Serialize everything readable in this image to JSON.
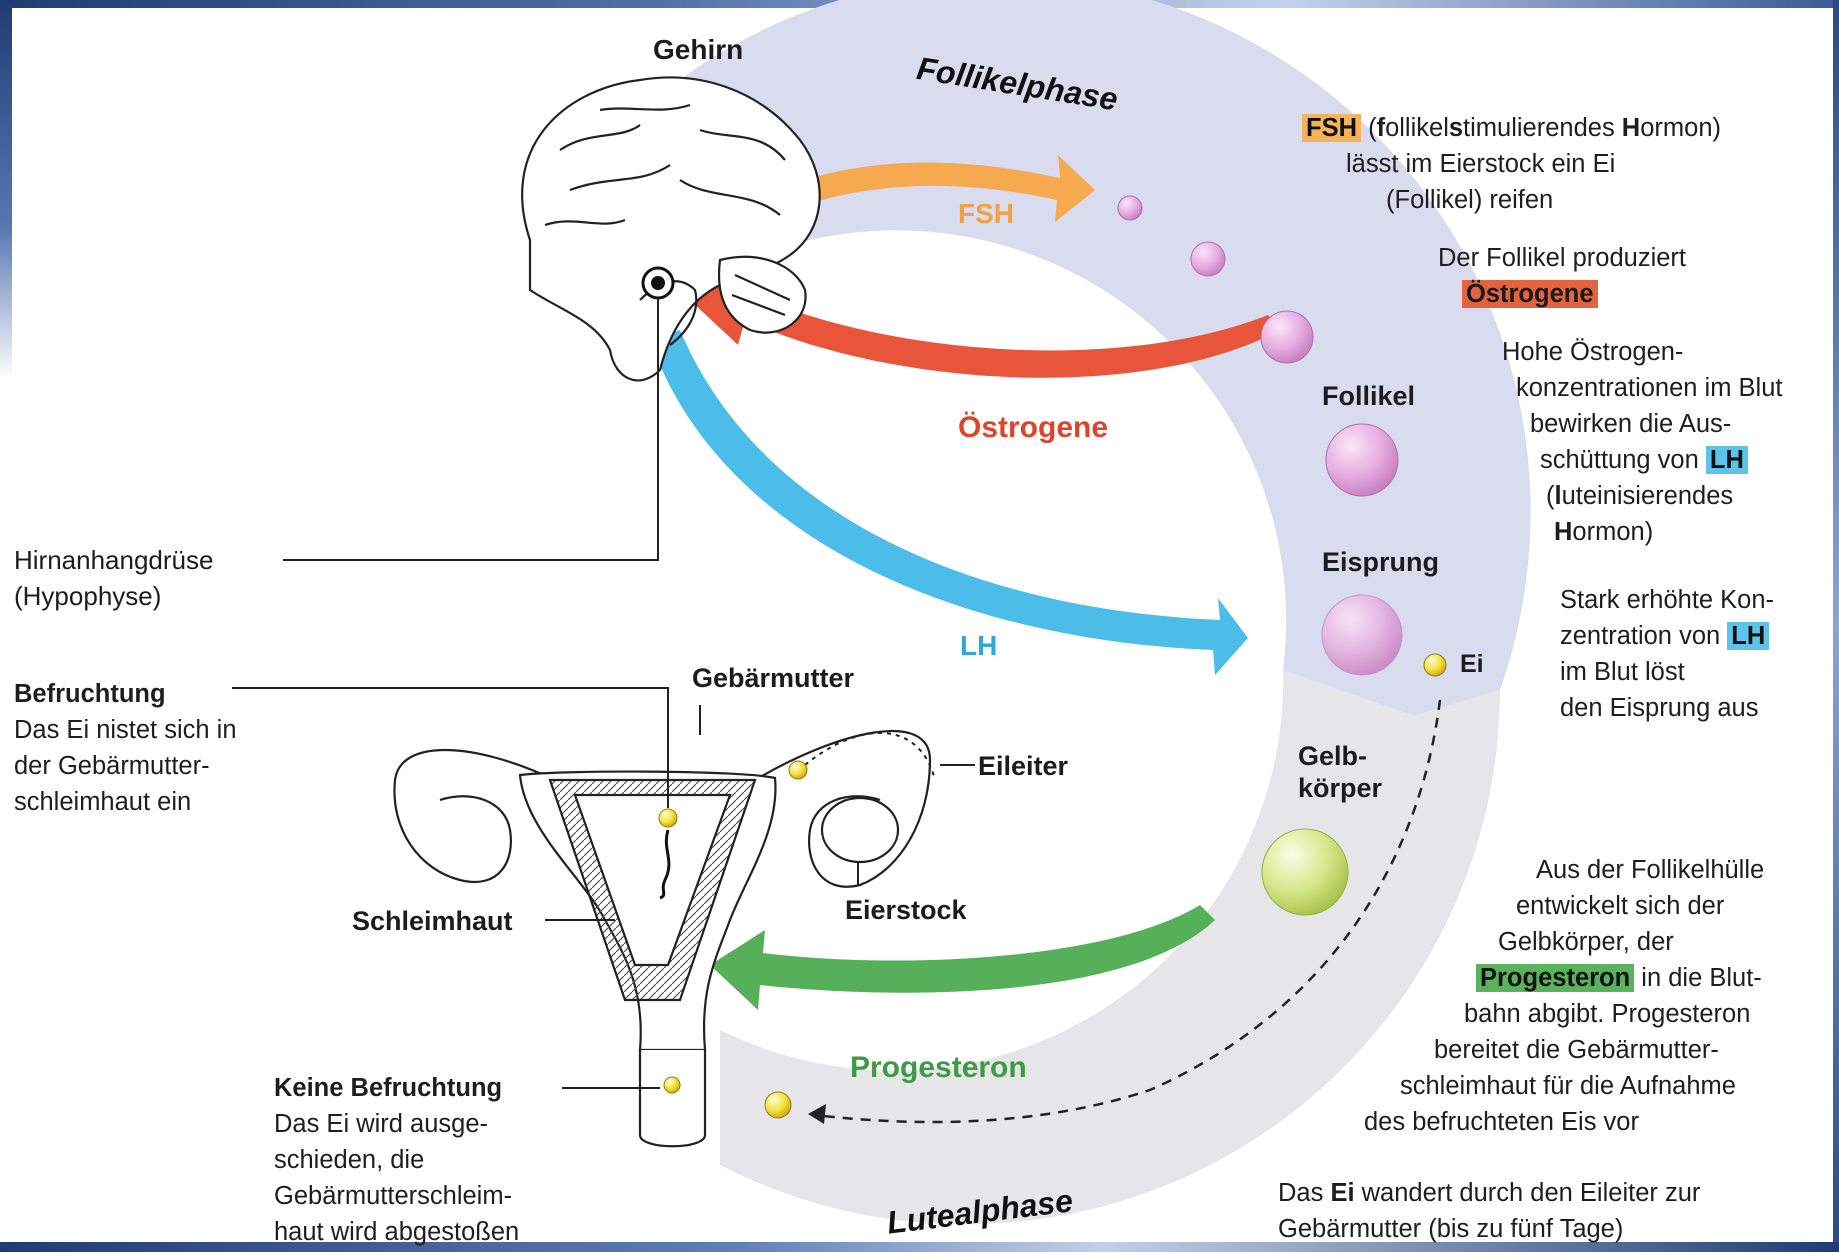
{
  "labels": {
    "gehirn": "Gehirn",
    "follikelphase": "Follikelphase",
    "lutealphase": "Lutealphase",
    "fsh_arrow": "FSH",
    "oestrogene_arrow": "Östrogene",
    "lh_arrow": "LH",
    "progesteron_arrow": "Progesteron",
    "follikel": "Follikel",
    "eisprung": "Eisprung",
    "ei": "Ei",
    "gelbkoerper_1": "Gelb-",
    "gelbkoerper_2": "körper",
    "gebaermutter": "Gebärmutter",
    "eileiter": "Eileiter",
    "eierstock": "Eierstock",
    "schleimhaut": "Schleimhaut",
    "hypophyse_1": "Hirnanhangdrüse",
    "hypophyse_2": "(Hypophyse)"
  },
  "left_notes": {
    "befruchtung": {
      "title": "Befruchtung",
      "lines": [
        "Das Ei nistet sich in",
        "der Gebärmutter-",
        "schleimhaut ein"
      ]
    },
    "keine_befruchtung": {
      "title": "Keine Befruchtung",
      "lines": [
        "Das Ei wird ausge-",
        "schieden, die",
        "Gebärmutterschleim-",
        "haut wird abgestoßen"
      ]
    }
  },
  "right_notes": {
    "fsh": {
      "tag": "FSH",
      "line1_parts": [
        " (",
        "f",
        "ollikel",
        "s",
        "timulierendes ",
        "H",
        "ormon)"
      ],
      "line2": "lässt im Eierstock ein Ei",
      "line3": "(Follikel) reifen"
    },
    "oestrogene": {
      "line1": "Der Follikel produziert",
      "tag": "Östrogene"
    },
    "lh": {
      "line1": "Hohe Östrogen-",
      "line2": "konzentrationen im Blut",
      "line3": "bewirken die Aus-",
      "line4_pre": "schüttung von ",
      "tag": "LH",
      "line5_parts": [
        "(",
        "l",
        "uteinisierendes"
      ],
      "line6_parts": [
        "H",
        "ormon)"
      ]
    },
    "eisprung": {
      "line1": "Stark erhöhte Kon-",
      "line2_pre": "zentration von ",
      "tag": "LH",
      "line3": "im Blut löst",
      "line4": "den Eisprung aus"
    },
    "progesteron": {
      "line1": "Aus der Follikelhülle",
      "line2": "entwickelt sich der",
      "line3": "Gelbkörper, der",
      "tag": "Progesteron",
      "line4_post": " in die Blut-",
      "line5": "bahn abgibt. Progesteron",
      "line6": "bereitet die Gebärmutter-",
      "line7": "schleimhaut für die Aufnahme",
      "line8": "des befruchteten Eis vor"
    },
    "ei_wandert": {
      "line1_pre": "Das ",
      "line1_bold": "Ei",
      "line1_post": " wandert durch den Eileiter zur",
      "line2": "Gebärmutter (bis zu fünf Tage)"
    }
  },
  "colors": {
    "fsh": "#f6a94e",
    "oestrogene": "#e8553a",
    "lh": "#4bbde8",
    "progesteron": "#56b05a",
    "follicular_band": "#d9dcef",
    "luteal_band": "#e6e6e8",
    "follicle": "#e7aee0",
    "corpus_luteum": "#d6e88a",
    "egg": "#f4e23a"
  }
}
